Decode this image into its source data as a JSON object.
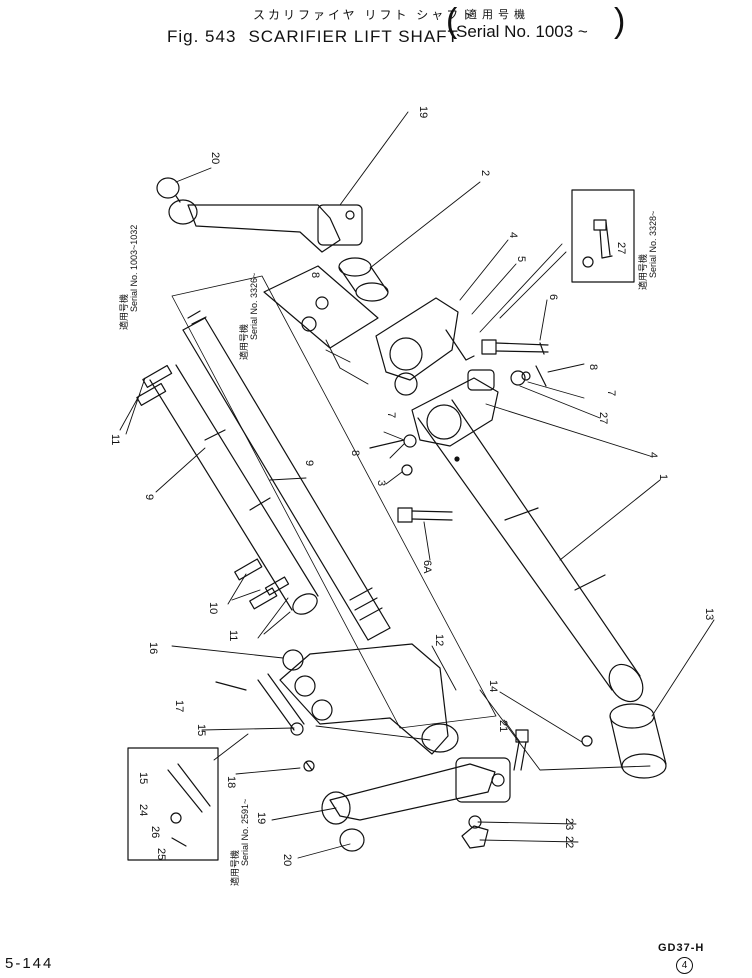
{
  "header": {
    "title_jp": "スカリファイヤ リフト シャフト",
    "fig_label": "Fig. 543",
    "title_en": "SCARIFIER LIFT SHAFT",
    "serial_jp": "適用号機",
    "serial_en": "Serial No. 1003 ~"
  },
  "insets": {
    "top_left_jp": "適用号機",
    "top_left_serial": "Serial No. 1003~1032",
    "mid_jp": "適用号機",
    "mid_serial": "Serial No. 3326~",
    "right_jp": "適用号機",
    "right_serial": "Serial No. 3328~",
    "bottom_jp": "適用号機",
    "bottom_serial": "Serial No. 2591~"
  },
  "callouts": {
    "c1": "1",
    "c2": "2",
    "c4a": "4",
    "c4b": "4",
    "c5": "5",
    "c6": "6",
    "c6a": "6A",
    "c3": "3",
    "c7a": "7",
    "c7b": "7",
    "c8a": "8",
    "c8b": "8",
    "c8c": "8",
    "c9a": "9",
    "c9b": "9",
    "c10": "10",
    "c11a": "11",
    "c11b": "11",
    "c12": "12",
    "c13": "13",
    "c14": "14",
    "c15a": "15",
    "c15b": "15",
    "c16": "16",
    "c17": "17",
    "c18": "18",
    "c19a": "19",
    "c19b": "19",
    "c20a": "20",
    "c20b": "20",
    "c21": "21",
    "c22": "22",
    "c23": "23",
    "c24": "24",
    "c25": "25",
    "c26": "26",
    "c27a": "27",
    "c27b": "27"
  },
  "footer": {
    "page": "5-144",
    "model": "GD37-H",
    "revision": "4"
  }
}
